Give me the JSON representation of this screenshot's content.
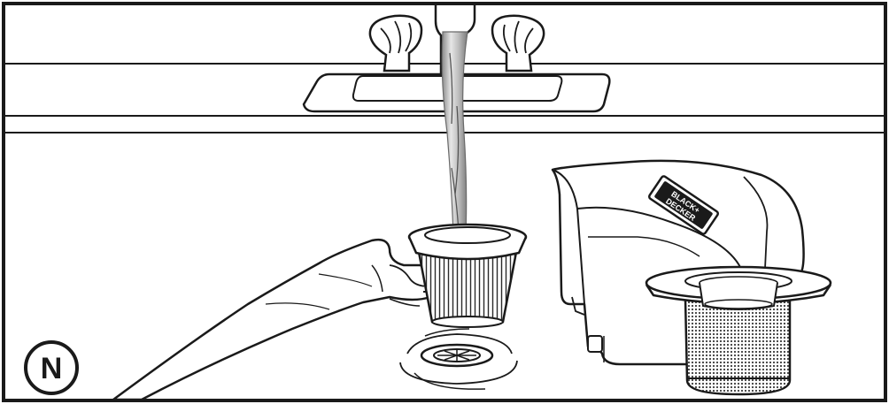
{
  "step": {
    "letter": "N"
  },
  "brand": {
    "line1": "BLACK+",
    "line2": "DECKER"
  },
  "colors": {
    "ink": "#1a1a1a",
    "background": "#ffffff",
    "water": "#c8c8c8",
    "mesh": "#3a3a3a"
  }
}
